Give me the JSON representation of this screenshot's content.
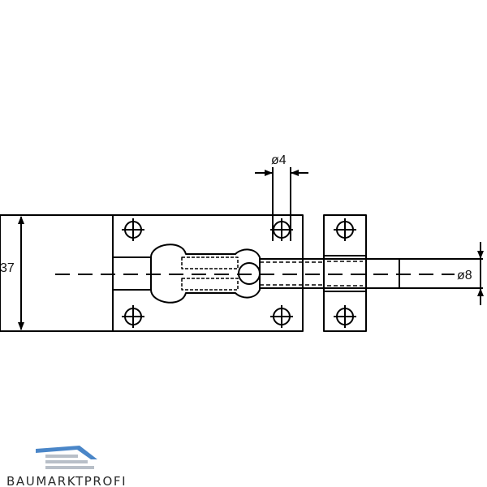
{
  "dimensions": {
    "height": "37",
    "pin_diameter": "ø4",
    "bolt_diameter": "ø8"
  },
  "logo": {
    "brand_text": "BAUMARKTPROFI",
    "accent_color": "#4a86c8"
  }
}
